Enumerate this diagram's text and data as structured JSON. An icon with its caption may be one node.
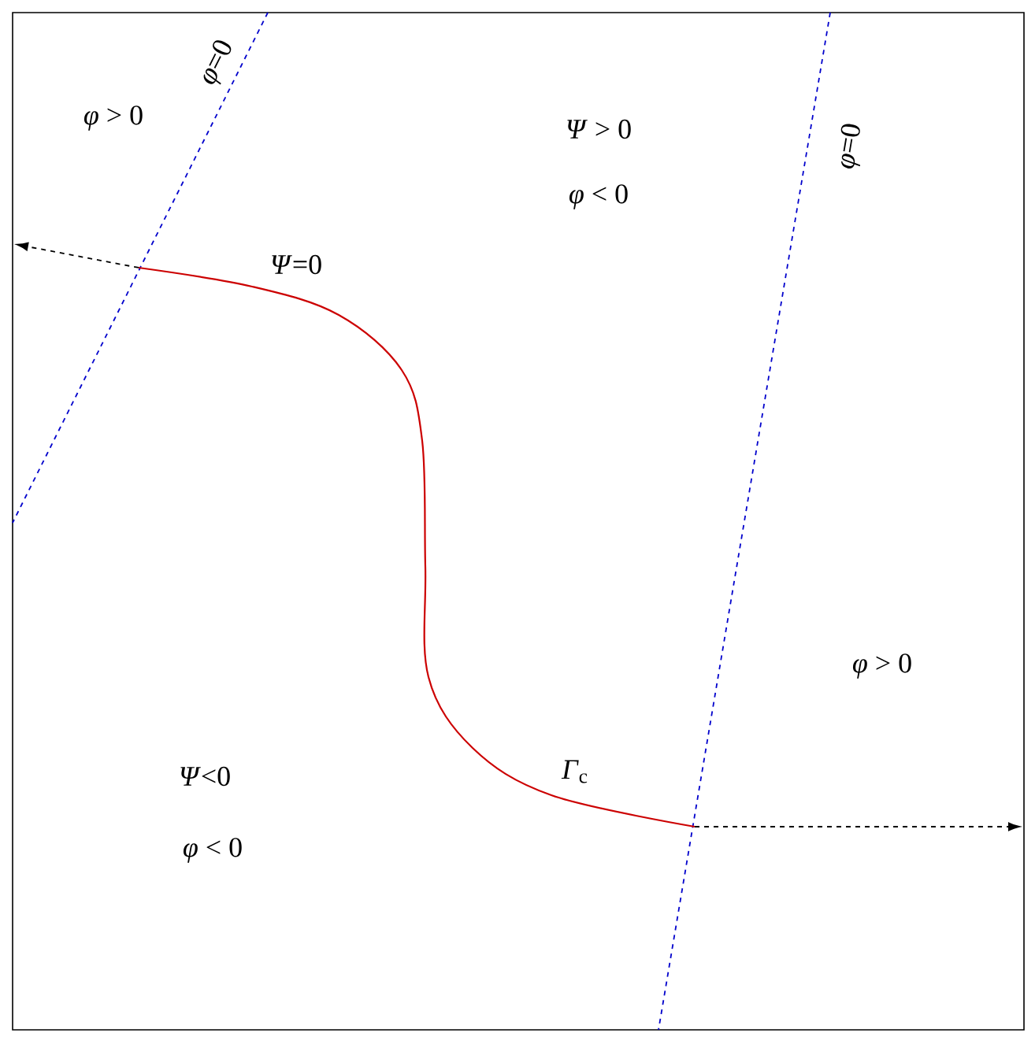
{
  "diagram": {
    "labels": [
      "*φ*=0",
      "*φ* > 0",
      "*Ψ* > 0",
      "*φ* < 0",
      "*φ*=0",
      "*Ψ*=0",
      "*φ* > 0",
      "*Ψ*<0",
      "*Γ*$_{c}$",
      "*φ* < 0"
    ]
  }
}
